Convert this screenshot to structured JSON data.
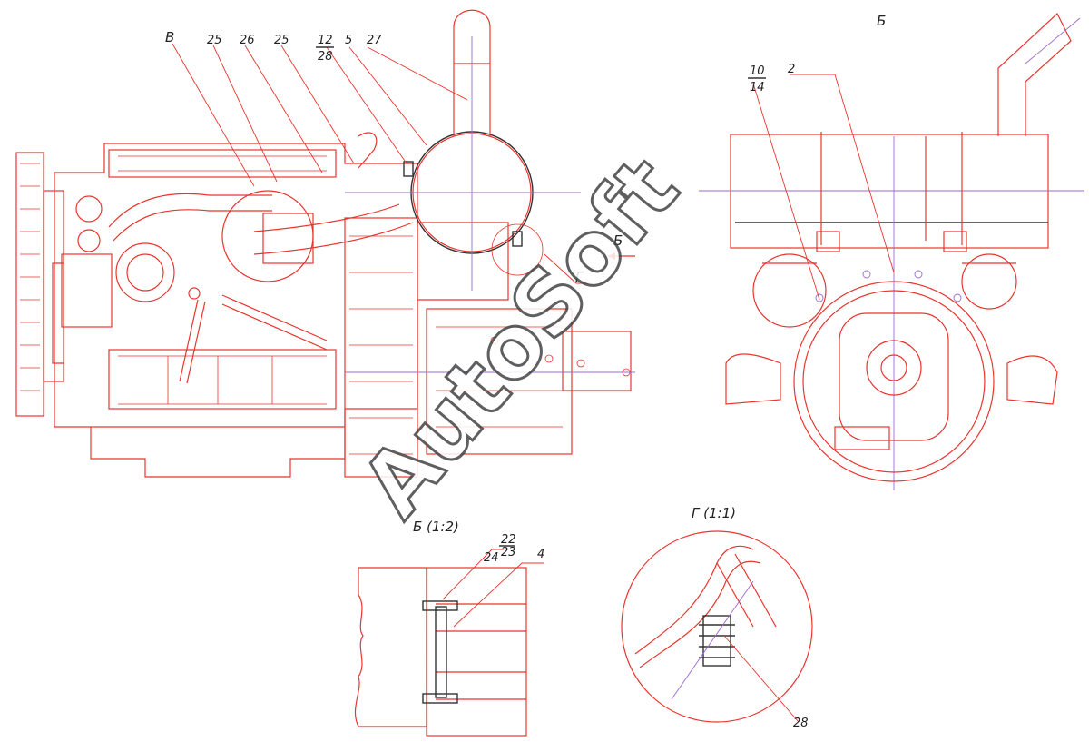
{
  "callouts": {
    "v": "В",
    "n25a": "25",
    "n26": "26",
    "n25b": "25",
    "n12": "12",
    "n28a": "28",
    "n5": "5",
    "n27": "27",
    "view_b_top": "Б",
    "n10": "10",
    "n14": "14",
    "n2": "2",
    "arrow_b": "Б",
    "g_mark": "Г",
    "detail_b_title": "Б  (1:2)",
    "n24": "24",
    "n22": "22",
    "n23": "23",
    "n4": "4",
    "detail_g_title": "Г  (1:1)",
    "n28b": "28"
  },
  "watermark": "AutoSoft",
  "colors": {
    "outline": "#e8352f",
    "accent": "#333333",
    "centerline": "#9a6ad0",
    "text": "#222222"
  }
}
